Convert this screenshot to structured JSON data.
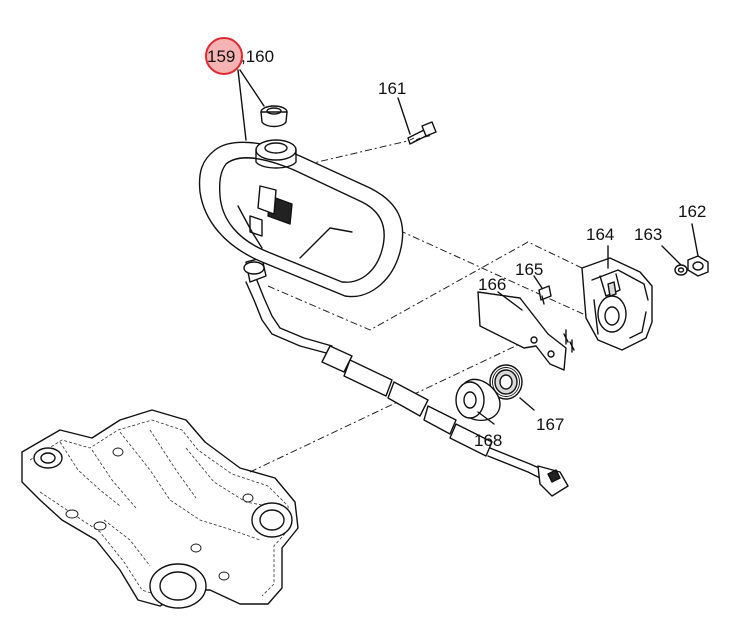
{
  "parts": {
    "p159": "159",
    "p160": ",160",
    "p161": "161",
    "p162": "162",
    "p163": "163",
    "p164": "164",
    "p165": "165",
    "p166": "166",
    "p167": "167",
    "p168": "168"
  },
  "highlight": {
    "color": "#e0282e",
    "fill": "#f5b3b3"
  }
}
